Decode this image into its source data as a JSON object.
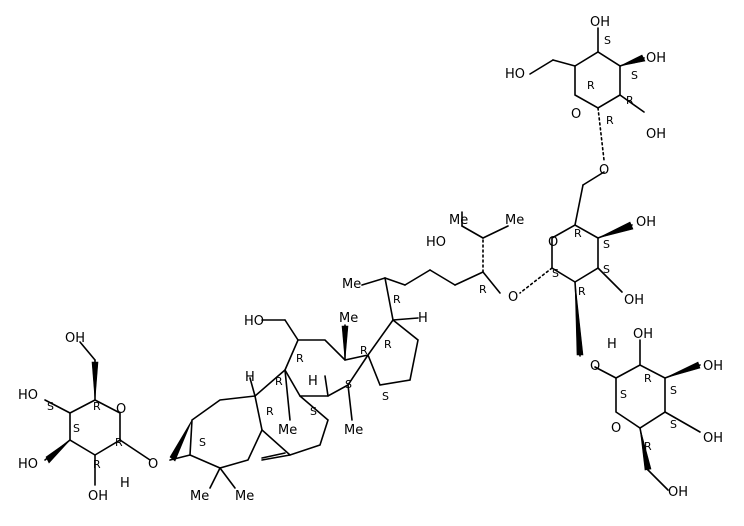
{
  "labels": {
    "oh": "OH",
    "ho": "HO",
    "me": "Me",
    "o": "O",
    "h": "H"
  },
  "stereo": {
    "r": "R",
    "s": "S"
  }
}
